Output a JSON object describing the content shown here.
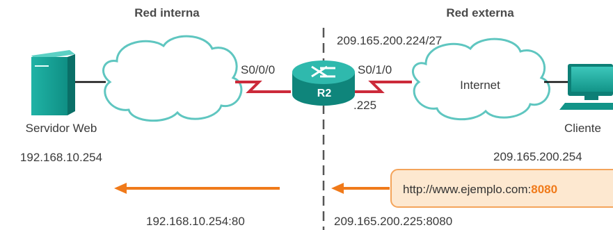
{
  "zones": {
    "internal_title": "Red interna",
    "external_title": "Red externa"
  },
  "devices": {
    "web_server_label": "Servidor Web",
    "web_server_ip": "192.168.10.254",
    "router_name": "R2",
    "router_left_interface": "S0/0/0",
    "router_right_interface": "S0/1/0",
    "router_host_octet": ".225",
    "public_network": "209.165.200.224/27",
    "internet_label": "Internet",
    "client_label": "Cliente",
    "client_ip": "209.165.200.254"
  },
  "request": {
    "url_text": "http://www.ejemplo.com:",
    "url_port": "8080"
  },
  "translation": {
    "inside_address": "192.168.10.254:80",
    "outside_address": "209.165.200.225:8080"
  },
  "colors": {
    "teal": "#1aa89a",
    "orange_arrow": "#f07a1a",
    "serial_link": "#cc2a3a",
    "cloud_outline": "#5fc6c0"
  }
}
